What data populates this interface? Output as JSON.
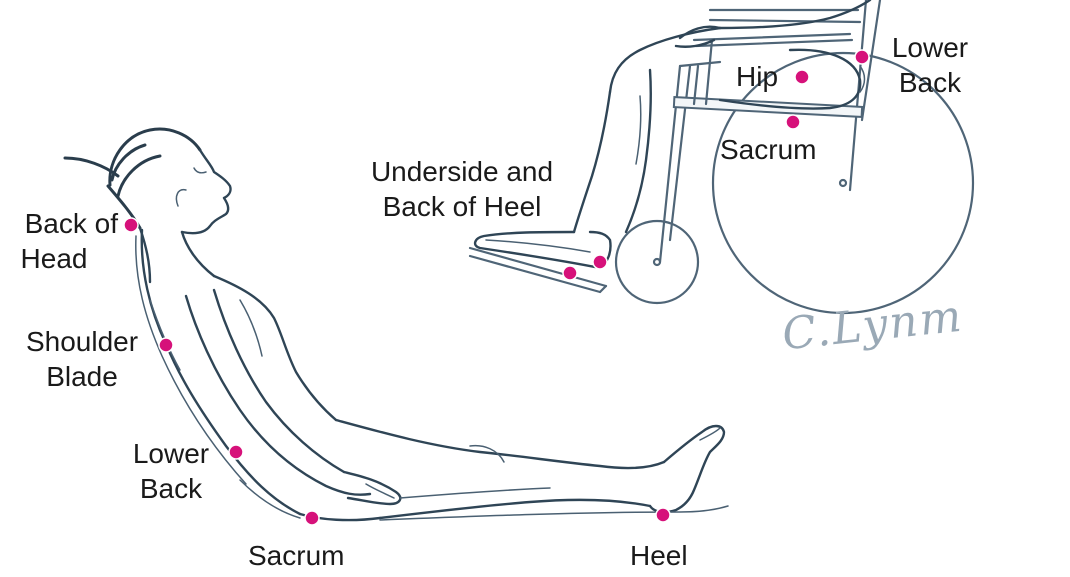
{
  "colors": {
    "pressure_point": "#d6117a",
    "sketch_line": "#2f4556",
    "label_text": "#1a1a1a"
  },
  "labels": {
    "back_of_head": [
      "Back of",
      "Head"
    ],
    "shoulder_blade": [
      "Shoulder",
      "Blade"
    ],
    "lower_back_lying": [
      "Lower",
      "Back"
    ],
    "sacrum_lying": "Sacrum",
    "heel_lying": "Heel",
    "heel_seated": [
      "Underside and",
      "Back of Heel"
    ],
    "hip_seated": "Hip",
    "lower_back_seated": [
      "Lower",
      "Back"
    ],
    "sacrum_seated": "Sacrum"
  },
  "signature": "C.Lynm"
}
